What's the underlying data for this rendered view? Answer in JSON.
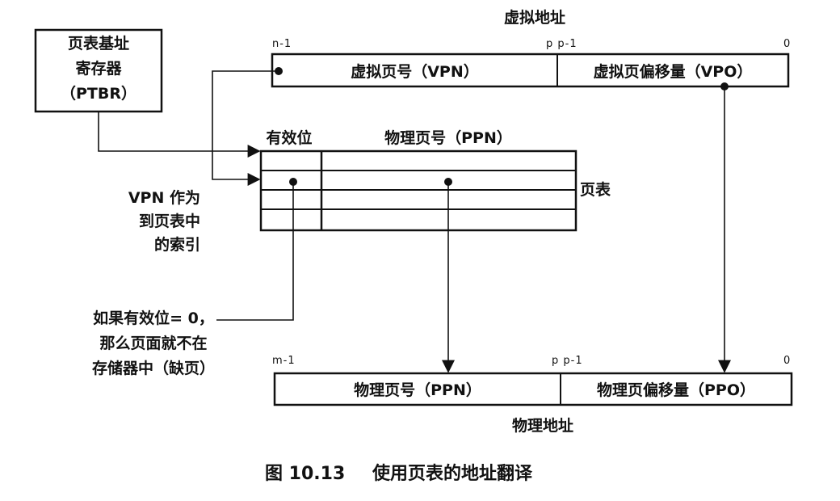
{
  "virtual_address": {
    "title": "虚拟地址",
    "bit_high": "n-1",
    "bit_mid": "p p-1",
    "bit_low": "0",
    "vpn_label": "虚拟页号（VPN）",
    "vpo_label": "虚拟页偏移量（VPO）"
  },
  "ptbr": {
    "line1": "页表基址",
    "line2": "寄存器",
    "line3": "（PTBR）"
  },
  "page_table": {
    "valid_header": "有效位",
    "ppn_header": "物理页号（PPN）",
    "side_label": "页表",
    "row_count": 4
  },
  "vpn_index_note": {
    "line1": "VPN 作为",
    "line2": "到页表中",
    "line3": "的索引"
  },
  "fault_note": {
    "line1": "如果有效位= 0，",
    "line2": "那么页面就不在",
    "line3": "存储器中（缺页）"
  },
  "physical_address": {
    "title": "物理地址",
    "bit_high": "m-1",
    "bit_mid": "p p-1",
    "bit_low": "0",
    "ppn_label": "物理页号（PPN）",
    "ppo_label": "物理页偏移量（PPO）"
  },
  "caption": {
    "figure_number": "图 10.13",
    "text": "使用页表的地址翻译"
  }
}
